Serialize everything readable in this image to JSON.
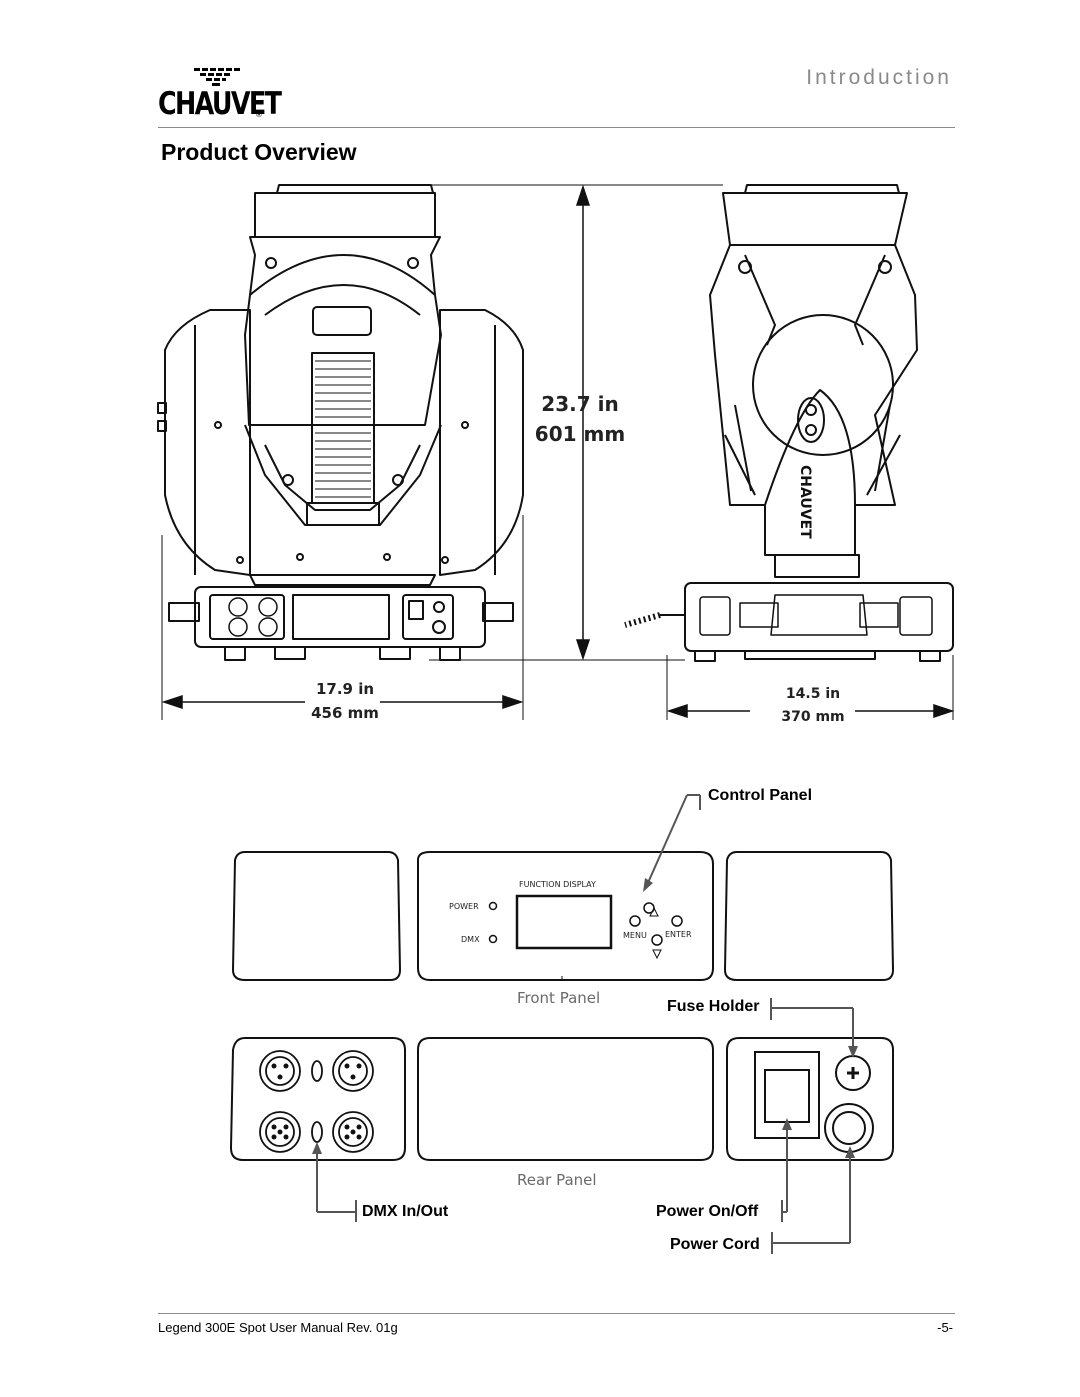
{
  "header": {
    "logo_text": "CHAUVET",
    "logo_mark": "®",
    "section": "Introduction"
  },
  "page_title": "Product Overview",
  "dimensions": {
    "height_in": "23.7 in",
    "height_mm": "601 mm",
    "width_front_in": "17.9 in",
    "width_front_mm": "456 mm",
    "width_side_in": "14.5 in",
    "width_side_mm": "370 mm"
  },
  "fixture_side_branding": "CHAUVET",
  "front_panel": {
    "caption": "Front Panel",
    "function_display": "FUNCTION DISPLAY",
    "power": "POWER",
    "dmx": "DMX",
    "menu": "MENU",
    "enter": "ENTER"
  },
  "rear_panel": {
    "caption": "Rear Panel"
  },
  "callouts": {
    "control_panel": "Control Panel",
    "fuse_holder": "Fuse Holder",
    "dmx_in_out": "DMX In/Out",
    "power_on_off": "Power On/Off",
    "power_cord": "Power Cord"
  },
  "footer": {
    "manual": "Legend 300E Spot User Manual Rev. 01g",
    "page": "-5-"
  }
}
